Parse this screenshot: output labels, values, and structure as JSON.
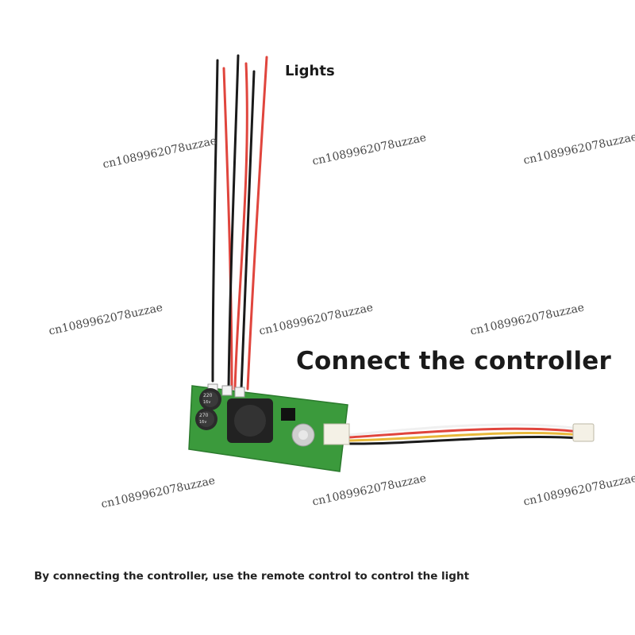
{
  "labels": {
    "lights": "Lights",
    "connect": "Connect the controller",
    "caption": "By connecting the controller, use the remote control to control the light"
  },
  "board": {
    "cap1_value": "220",
    "cap1_rating": "16v",
    "cap2_value": "270",
    "cap2_rating": "16v"
  },
  "watermark": {
    "text": "cn1089962078uzzae"
  },
  "colors": {
    "pcb": "#3b9a3c",
    "wire_red": "#e0453d",
    "wire_black": "#1a1a1a",
    "wire_yellow": "#e8b83a",
    "wire_white": "#f0f0f0"
  }
}
